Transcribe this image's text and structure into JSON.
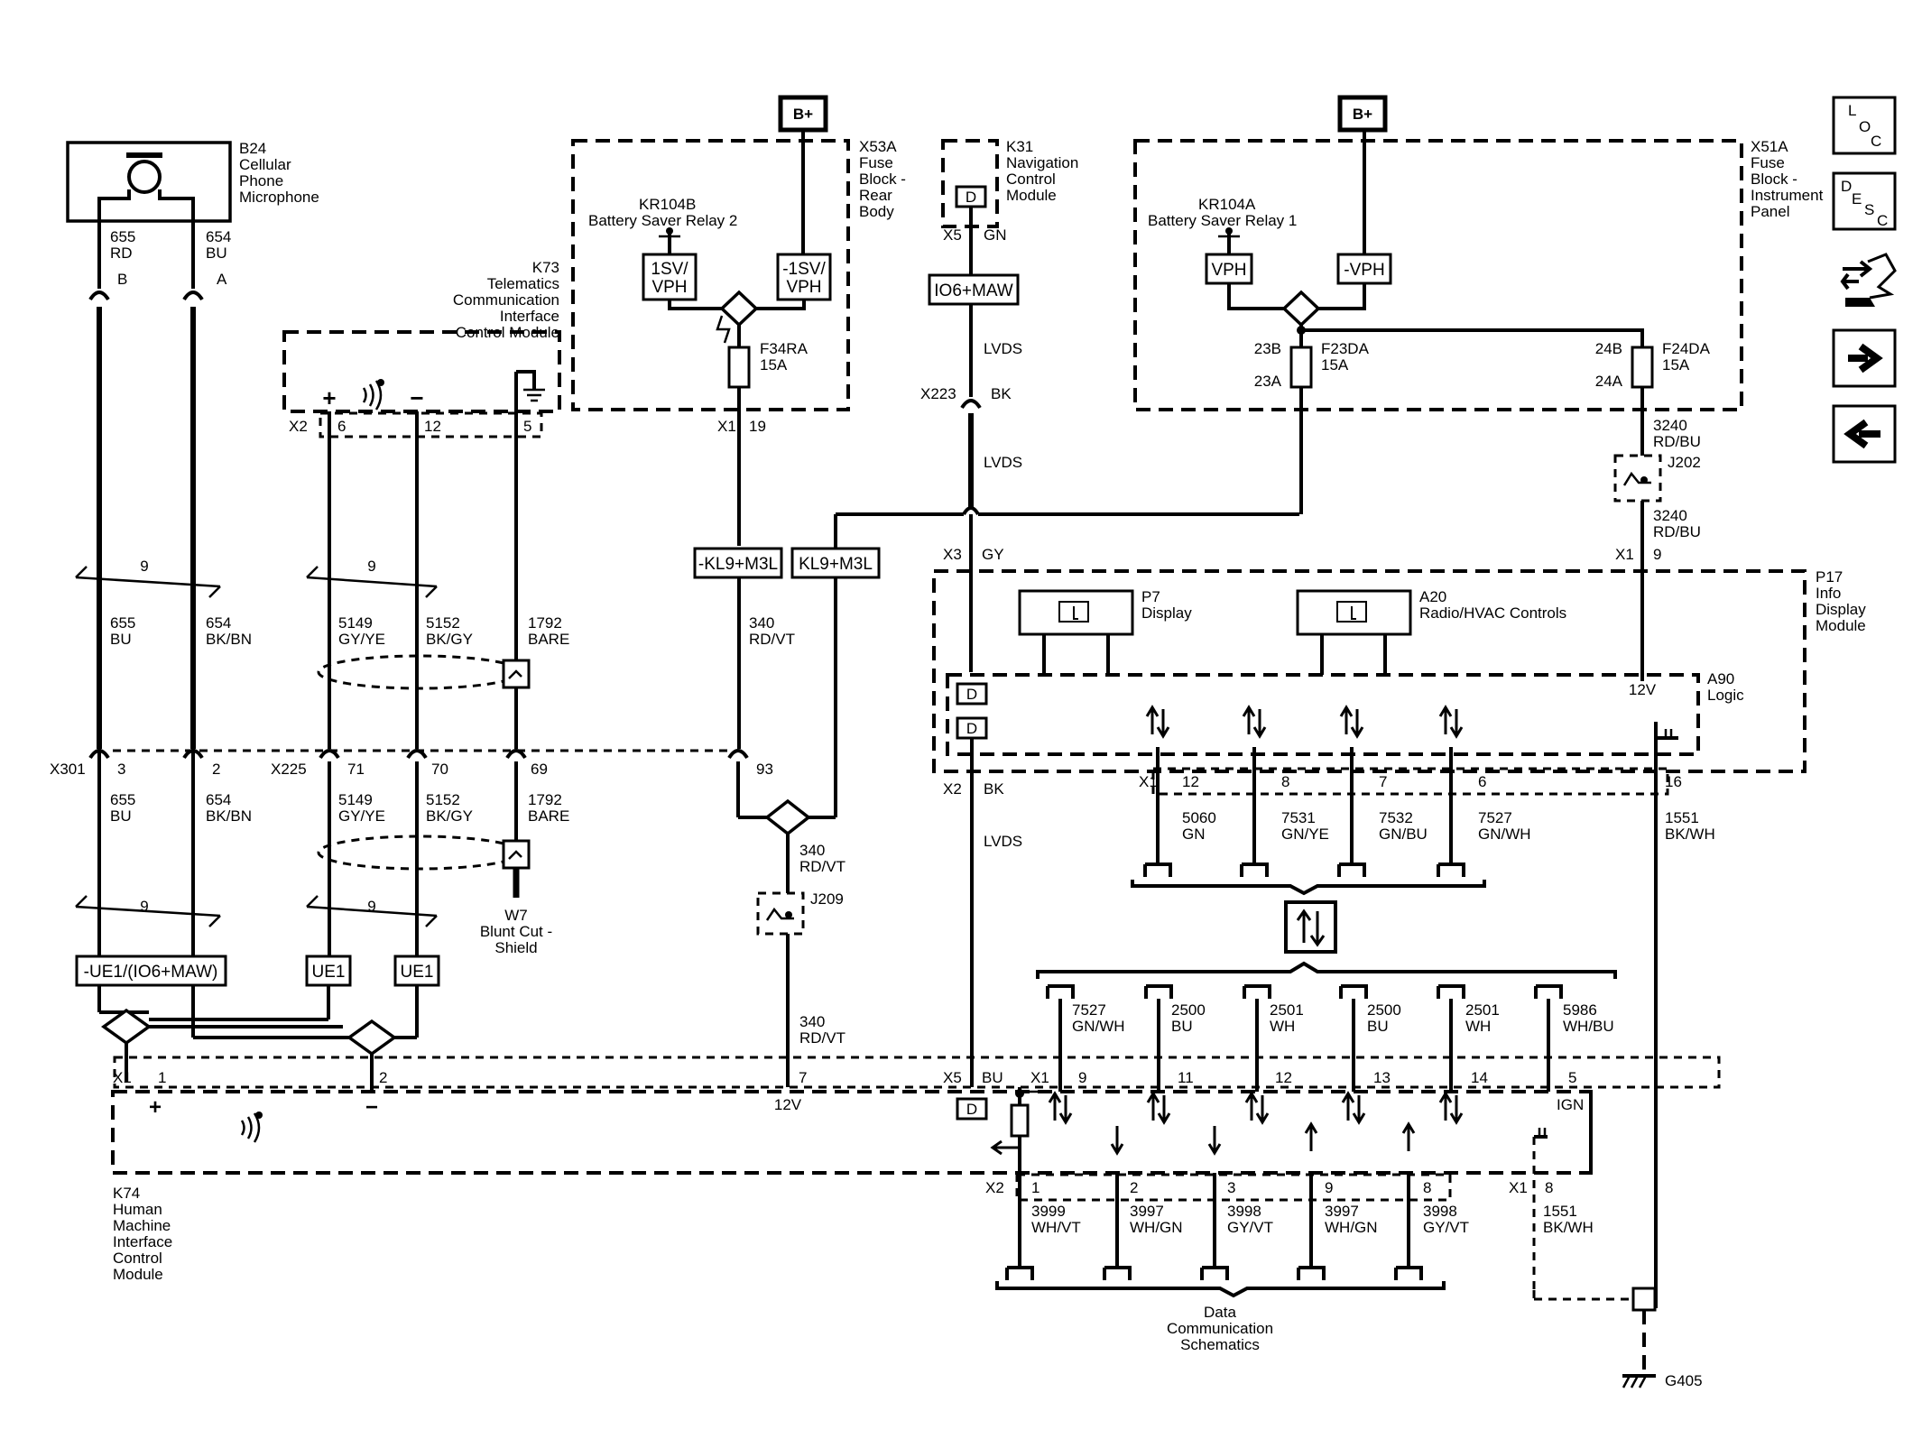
{
  "power": {
    "b_plus_left": "B+",
    "b_plus_right": "B+"
  },
  "components": {
    "b24": [
      "B24",
      "Cellular",
      "Phone",
      "Microphone"
    ],
    "k73": [
      "K73",
      "Telematics",
      "Communication",
      "Interface",
      "Control Module"
    ],
    "x53a": [
      "X53A",
      "Fuse",
      "Block -",
      "Rear",
      "Body"
    ],
    "k31": [
      "K31",
      "Navigation",
      "Control",
      "Module"
    ],
    "x51a": [
      "X51A",
      "Fuse",
      "Block -",
      "Instrument",
      "Panel"
    ],
    "p17": [
      "P17",
      "Info",
      "Display",
      "Module"
    ],
    "a90": [
      "A90",
      "Logic"
    ],
    "p7": [
      "P7",
      "Display"
    ],
    "a20": [
      "A20",
      "Radio/HVAC Controls"
    ],
    "k74": [
      "K74",
      "Human",
      "Machine",
      "Interface",
      "Control",
      "Module"
    ],
    "w7": [
      "W7",
      "Blunt Cut -",
      "Shield"
    ],
    "data_comm": [
      "Data",
      "Communication",
      "Schematics"
    ],
    "g405": "G405"
  },
  "relays": {
    "kr104b": [
      "KR104B",
      "Battery Saver Relay 2"
    ],
    "kr104a": [
      "KR104A",
      "Battery Saver Relay 1"
    ],
    "box_1sv": [
      "1SV/",
      "VPH"
    ],
    "box_neg1sv": [
      "-1SV/",
      "VPH"
    ],
    "box_vph": "VPH",
    "box_negvph": "-VPH"
  },
  "fuses": {
    "f34ra": [
      "F34RA",
      "15A"
    ],
    "f23da": [
      "F23DA",
      "15A"
    ],
    "f24da": [
      "F24DA",
      "15A"
    ],
    "f23_top": "23B",
    "f23_bot": "23A",
    "f24_top": "24B",
    "f24_bot": "24A"
  },
  "modes": {
    "io6_maw": "IO6+MAW",
    "neg_kl9": "-KL9+M3L",
    "kl9": "KL9+M3L",
    "ue1_maw": "-UE1/(IO6+MAW)",
    "ue1_a": "UE1",
    "ue1_b": "UE1"
  },
  "connectors": {
    "x2": "X2",
    "x2_p6": "6",
    "x2_p12": "12",
    "x2_p5": "5",
    "x1_k73": "X1",
    "x1_k73_p19": "19",
    "x5_k31": "X5",
    "x5_k31_color": "GN",
    "x223": "X223",
    "x223_color": "BK",
    "x3_p17": "X3",
    "x3_p17_color": "GY",
    "x1_p17": "X1",
    "x1_p17_p9": "9",
    "x301": "X301",
    "x301_p3": "3",
    "x301_p2": "2",
    "x225": "X225",
    "x225_p71": "71",
    "x225_p70": "70",
    "x225_p69": "69",
    "x225_p93": "93",
    "b24_pb": "B",
    "b24_pa": "A",
    "x2_p17": "X2",
    "x2_p17_color": "BK",
    "x1_p17b": "X1",
    "x1_p17b_pins": [
      "12",
      "8",
      "7",
      "6"
    ],
    "x1_p17b_p16": "16",
    "k74_x1": "X1",
    "k74_x1_p1": "1",
    "k74_x1_p2": "2",
    "k74_x1_p7": "7",
    "k74_x5": "X5",
    "k74_x5_color": "BU",
    "k74_x1b": "X1",
    "k74_x1b_pins": [
      "9",
      "11",
      "12",
      "13",
      "14"
    ],
    "k74_x1b_p5": "5",
    "k74_x2": "X2",
    "k74_x2_pins": [
      "1",
      "2",
      "3",
      "9",
      "8"
    ],
    "k74_x1c": "X1",
    "k74_x1c_p8": "8",
    "j202": "J202",
    "j209": "J209"
  },
  "wires": {
    "w655_rd": [
      "655",
      "RD"
    ],
    "w654_bu": [
      "654",
      "BU"
    ],
    "w655_bu": [
      "655",
      "BU"
    ],
    "w654_bkbn": [
      "654",
      "BK/BN"
    ],
    "w655_bu_b": [
      "655",
      "BU"
    ],
    "w654_bkbn_b": [
      "654",
      "BK/BN"
    ],
    "w5149": [
      "5149",
      "GY/YE"
    ],
    "w5152": [
      "5152",
      "BK/GY"
    ],
    "w1792": [
      "1792",
      "BARE"
    ],
    "w5149_b": [
      "5149",
      "GY/YE"
    ],
    "w5152_b": [
      "5152",
      "BK/GY"
    ],
    "w1792_b": [
      "1792",
      "BARE"
    ],
    "w340_a": [
      "340",
      "RD/VT"
    ],
    "w340_b": [
      "340",
      "RD/VT"
    ],
    "w340_c": [
      "340",
      "RD/VT"
    ],
    "w3240_a": [
      "3240",
      "RD/BU"
    ],
    "w3240_b": [
      "3240",
      "RD/BU"
    ],
    "lvds_a": "LVDS",
    "lvds_b": "LVDS",
    "lvds_c": "LVDS",
    "twist_a": "9",
    "twist_b": "9",
    "twist_c": "9",
    "twist_d": "9",
    "w5060": [
      "5060",
      "GN"
    ],
    "w7531": [
      "7531",
      "GN/YE"
    ],
    "w7532": [
      "7532",
      "GN/BU"
    ],
    "w7527": [
      "7527",
      "GN/WH"
    ],
    "w1551": [
      "1551",
      "BK/WH"
    ],
    "w7527_b": [
      "7527",
      "GN/WH"
    ],
    "w2500_a": [
      "2500",
      "BU"
    ],
    "w2501_a": [
      "2501",
      "WH"
    ],
    "w2500_b": [
      "2500",
      "BU"
    ],
    "w2501_b": [
      "2501",
      "WH"
    ],
    "w5986": [
      "5986",
      "WH/BU"
    ],
    "w3999": [
      "3999",
      "WH/VT"
    ],
    "w3997_a": [
      "3997",
      "WH/GN"
    ],
    "w3998_a": [
      "3998",
      "GY/VT"
    ],
    "w3997_b": [
      "3997",
      "WH/GN"
    ],
    "w3998_b": [
      "3998",
      "GY/VT"
    ],
    "w1551_b": [
      "1551",
      "BK/WH"
    ]
  },
  "misc": {
    "plus_a": "+",
    "minus_a": "−",
    "plus_b": "+",
    "minus_b": "−",
    "v12_a": "12V",
    "v12_b": "12V",
    "ign": "IGN",
    "d_label": "D"
  },
  "nav": {
    "loc": [
      "L",
      "O",
      "C"
    ],
    "desc": [
      "D",
      "E",
      "S",
      "C"
    ]
  }
}
